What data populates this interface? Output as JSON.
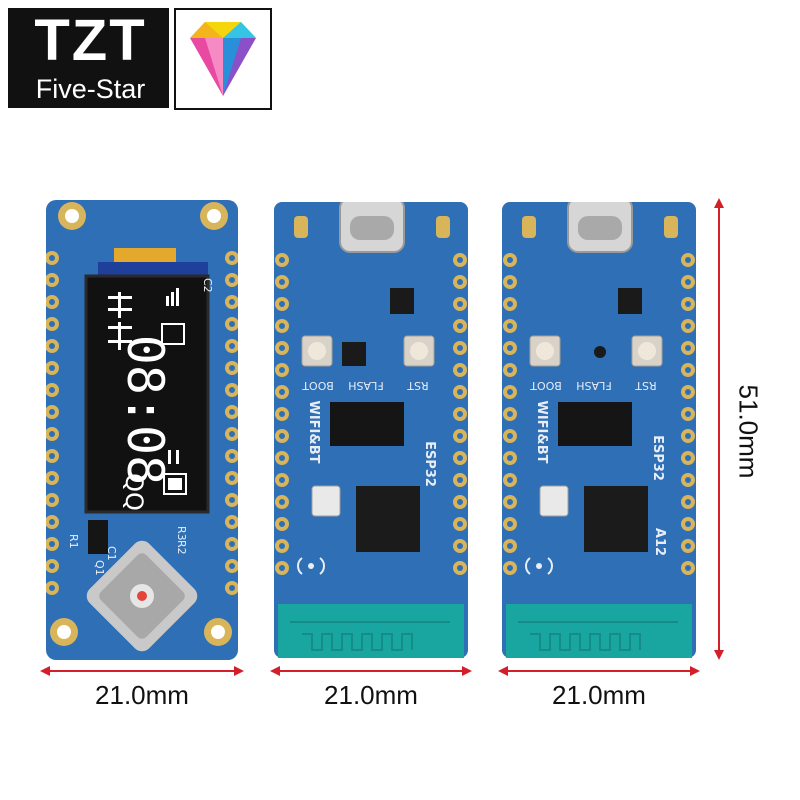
{
  "logo": {
    "main": "TZT",
    "sub": "Five-Star"
  },
  "boards": [
    {
      "id": "oled",
      "silk": {
        "r1": "R1",
        "c1": "C1",
        "q1": "Q1",
        "r2": "R2",
        "r3": "R3",
        "c2": "C2"
      },
      "screen": {
        "time": "08:08",
        "sub": "QQ"
      }
    },
    {
      "id": "esp32-a",
      "silk": {
        "boot": "BOOT",
        "flash": "FLASH",
        "rst": "RST",
        "wifi": "WIFI&BT",
        "chip": "ESP32"
      }
    },
    {
      "id": "esp32-b",
      "silk": {
        "boot": "BOOT",
        "flash": "FLASH",
        "rst": "RST",
        "wifi": "WIFI&BT",
        "chip": "ESP32",
        "model": "A12"
      }
    }
  ],
  "dimensions": {
    "width_1": "21.0mm",
    "width_2": "21.0mm",
    "width_3": "21.0mm",
    "height": "51.0mm"
  },
  "colors": {
    "pcb": "#2f6fb6",
    "pcb_dark": "#245a97",
    "pad": "#d8b45a",
    "antenna": "#19a6a0",
    "arrow": "#d21f2a"
  }
}
